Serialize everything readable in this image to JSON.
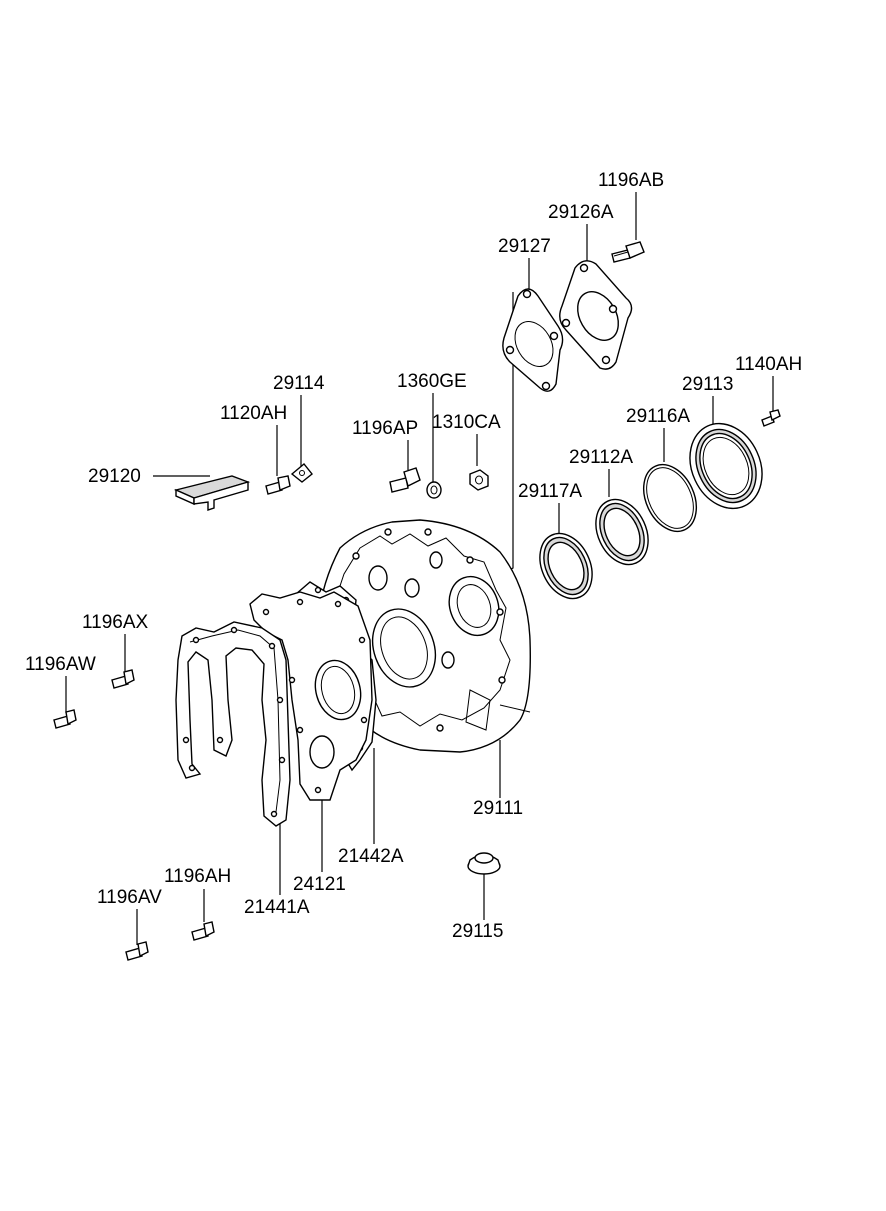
{
  "labels": {
    "p1196AB": "1196AB",
    "p29126A": "29126A",
    "p29127": "29127",
    "p1140AH": "1140AH",
    "p29113": "29113",
    "p1360GE": "1360GE",
    "p29114": "29114",
    "p1120AH": "1120AH",
    "p1196AP": "1196AP",
    "p1310CA": "1310CA",
    "p29116A": "29116A",
    "p29112A": "29112A",
    "p29120": "29120",
    "p29117A": "29117A",
    "p1196AX": "1196AX",
    "p1196AW": "1196AW",
    "p29111": "29111",
    "p21442A": "21442A",
    "p1196AH": "1196AH",
    "p24121": "24121",
    "p1196AV": "1196AV",
    "p21441A": "21441A",
    "p29115": "29115"
  }
}
